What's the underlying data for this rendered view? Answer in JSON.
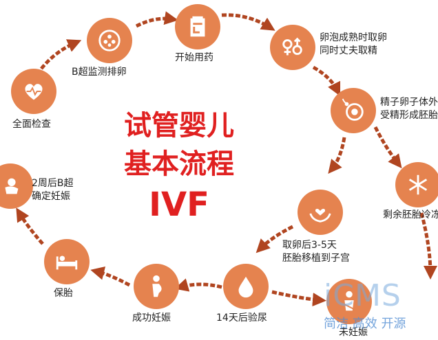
{
  "title": {
    "line1": "试管婴儿",
    "line2": "基本流程",
    "line3": "IVF"
  },
  "colors": {
    "node": "#e5834f",
    "arrow": "#b04520",
    "title": "#e02020"
  },
  "steps": [
    {
      "id": "start-medication",
      "label": "开始用药",
      "icon": "calendar-icon"
    },
    {
      "id": "egg-retrieval",
      "label": "卵泡成熟时取卵\n同时丈夫取精",
      "icon": "gender-icon"
    },
    {
      "id": "fertilization",
      "label": "精子卵子体外\n受精形成胚胎",
      "icon": "sperm-egg-icon"
    },
    {
      "id": "frozen-embryo",
      "label": "剩余胚胎冷冻",
      "icon": "snowflake-icon"
    },
    {
      "id": "embryo-transfer",
      "label": "取卵后3-5天\n胚胎移植到子宫",
      "icon": "hands-heart-icon"
    },
    {
      "id": "not-pregnant",
      "label": "未妊娠",
      "icon": "not-pregnant-icon"
    },
    {
      "id": "urine-test",
      "label": "14天后验尿",
      "icon": "drop-icon"
    },
    {
      "id": "pregnant",
      "label": "成功妊娠",
      "icon": "pregnant-icon"
    },
    {
      "id": "pregnancy-care",
      "label": "保胎",
      "icon": "bed-icon"
    },
    {
      "id": "ultrasound-confirm",
      "label": "2周后B超\n确定妊娠",
      "icon": "baby-icon"
    },
    {
      "id": "full-checkup",
      "label": "全面检查",
      "icon": "heart-pulse-icon"
    },
    {
      "id": "ultrasound-monitor",
      "label": "B超监测排卵",
      "icon": "egg-cell-icon"
    }
  ],
  "watermark": {
    "brand": "iCMS",
    "tagline": "简洁 高效 开源"
  }
}
